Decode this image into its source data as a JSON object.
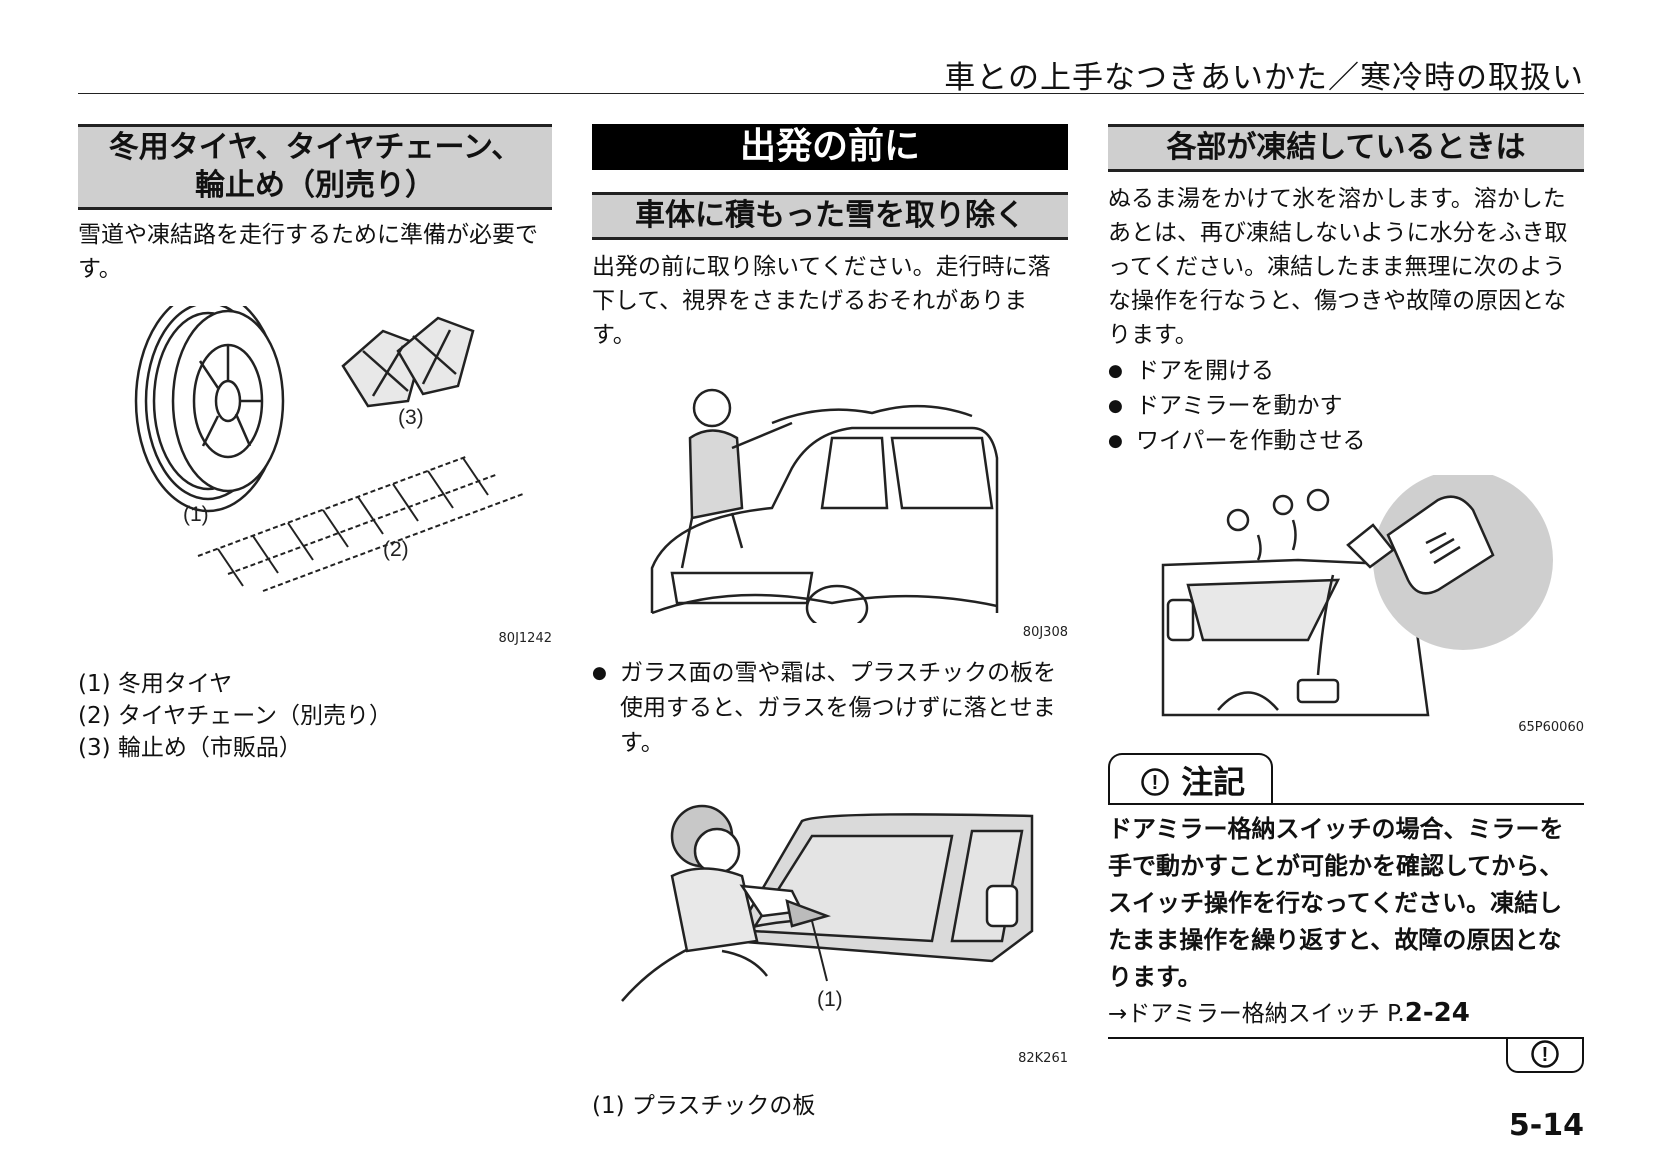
{
  "header": {
    "title": "車との上手なつきあいかた／寒冷時の取扱い"
  },
  "left": {
    "heading_line1": "冬用タイヤ、タイヤチェーン、",
    "heading_line2": "輪止め（別売り）",
    "intro": "雪道や凍結路を走行するために準備が必要です。",
    "figure": {
      "labels": [
        "(1)",
        "(2)",
        "(3)"
      ],
      "code": "80J1242"
    },
    "captions": [
      "(1) 冬用タイヤ",
      "(2) タイヤチェーン（別売り）",
      "(3) 輪止め（市販品）"
    ]
  },
  "middle": {
    "main_heading": "出発の前に",
    "sub_heading": "車体に積もった雪を取り除く",
    "intro": "出発の前に取り除いてください。走行時に落下して、視界をさまたげるおそれがあります。",
    "figure1_code": "80J308",
    "bullet": "ガラス面の雪や霜は、プラスチックの板を使用すると、ガラスを傷つけずに落とせます。",
    "figure2": {
      "label": "(1)",
      "code": "82K261"
    },
    "caption": "(1) プラスチックの板"
  },
  "right": {
    "heading": "各部が凍結しているときは",
    "intro": "ぬるま湯をかけて氷を溶かします。溶かしたあとは、再び凍結しないように水分をふき取ってください。凍結したまま無理に次のような操作を行なうと、傷つきや故障の原因となります。",
    "bullets": [
      "ドアを開ける",
      "ドアミラーを動かす",
      "ワイパーを作動させる"
    ],
    "figure_code": "65P60060",
    "note": {
      "icon": "!",
      "title": "注記",
      "text": "ドアミラー格納スイッチの場合、ミラーを手で動かすことが可能かを確認してから、スイッチ操作を行なってください。凍結したまま操作を繰り返すと、故障の原因となります。",
      "ref_prefix": "→ドアミラー格納スイッチ P.",
      "ref_page": "2-24"
    }
  },
  "page_number": "5-14"
}
